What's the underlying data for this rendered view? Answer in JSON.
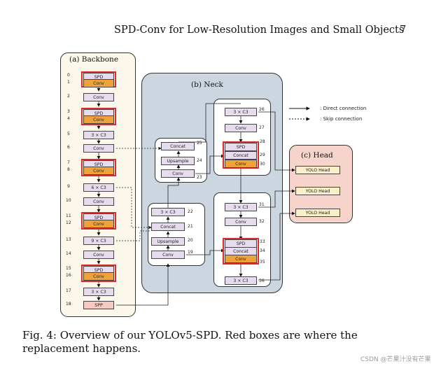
{
  "header": {
    "running_title": "SPD-Conv for Low-Resolution Images and Small Objects",
    "page_number": "7"
  },
  "figure": {
    "backbone_title": "(a)   Backbone",
    "neck_title": "(b)   Neck",
    "head_title": "(c)  Head",
    "backbone_nodes": [
      {
        "idx": "0",
        "label": "SPD"
      },
      {
        "idx": "1",
        "label": "Conv"
      },
      {
        "idx": "2",
        "label": "Conv"
      },
      {
        "idx": "3",
        "label": "SPD"
      },
      {
        "idx": "4",
        "label": "Conv"
      },
      {
        "idx": "5",
        "label": "3 × C3"
      },
      {
        "idx": "6",
        "label": "Conv"
      },
      {
        "idx": "7",
        "label": "SPD"
      },
      {
        "idx": "8",
        "label": "Conv"
      },
      {
        "idx": "9",
        "label": "6 × C3"
      },
      {
        "idx": "10",
        "label": "Conv"
      },
      {
        "idx": "11",
        "label": "SPD"
      },
      {
        "idx": "12",
        "label": "Conv"
      },
      {
        "idx": "13",
        "label": "9 × C3"
      },
      {
        "idx": "14",
        "label": "Conv"
      },
      {
        "idx": "15",
        "label": "SPD"
      },
      {
        "idx": "16",
        "label": "Conv"
      },
      {
        "idx": "17",
        "label": "3 × C3"
      },
      {
        "idx": "18",
        "label": "SPP"
      }
    ],
    "neck_nodes": [
      {
        "idx": "19",
        "label": "Conv"
      },
      {
        "idx": "20",
        "label": "Upsample"
      },
      {
        "idx": "21",
        "label": "Concat"
      },
      {
        "idx": "22",
        "label": "3 × C3"
      },
      {
        "idx": "23",
        "label": "Conv"
      },
      {
        "idx": "24",
        "label": "Upsample"
      },
      {
        "idx": "25",
        "label": "Concat"
      },
      {
        "idx": "26",
        "label": "3 × C3"
      },
      {
        "idx": "27",
        "label": "Conv"
      },
      {
        "idx": "28",
        "label": "SPD"
      },
      {
        "idx": "29",
        "label": "Concat"
      },
      {
        "idx": "30",
        "label": "Conv"
      },
      {
        "idx": "31",
        "label": "3 × C3"
      },
      {
        "idx": "32",
        "label": "Conv"
      },
      {
        "idx": "33",
        "label": "SPD"
      },
      {
        "idx": "34",
        "label": "Concat"
      },
      {
        "idx": "35",
        "label": "Conv"
      },
      {
        "idx": "36",
        "label": "3 × C3"
      }
    ],
    "head_nodes": [
      "YOLO Head",
      "YOLO Head",
      "YOLO Head"
    ],
    "legend": {
      "direct": ": Direct connection",
      "skip": ": Skip connection"
    }
  },
  "caption": "Fig. 4: Overview of our YOLOv5-SPD. Red boxes are where the replacement happens.",
  "watermark": "CSDN @芒果汁没有芒果",
  "colors": {
    "spd_conv_fill": "#f0a23a",
    "replacement_box": "#e02a2a",
    "conv_fill": "#e6dcee",
    "spp_fill": "#f6c9c3"
  }
}
